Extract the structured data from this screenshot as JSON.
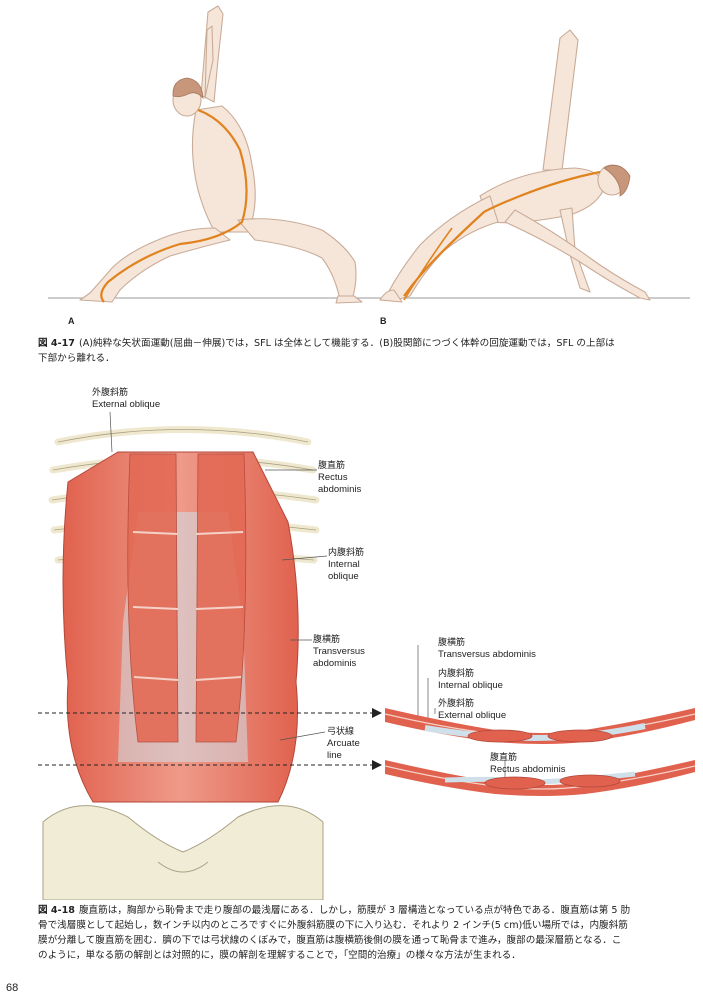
{
  "figure_4_17": {
    "panel_a_label": "A",
    "panel_b_label": "B",
    "caption_number": "図 4-17",
    "caption_line1": "(A)純粋な矢状面運動(屈曲－伸展)では，SFL は全体として機能する．(B)股関節につづく体幹の回旋運動では，SFL の上部は",
    "caption_line2": "下部から離れる．"
  },
  "figure_4_18": {
    "labels": {
      "external_oblique": {
        "ja": "外腹斜筋",
        "en": "External oblique"
      },
      "rectus": {
        "ja": "腹直筋",
        "en1": "Rectus",
        "en2": "abdominis"
      },
      "internal": {
        "ja": "内腹斜筋",
        "en1": "Internal",
        "en2": "oblique"
      },
      "transversus": {
        "ja": "腹横筋",
        "en1": "Transversus",
        "en2": "abdominis"
      },
      "arcuate": {
        "ja": "弓状線",
        "en1": "Arcuate",
        "en2": "line"
      }
    },
    "section_labels": {
      "transversus": {
        "ja": "腹横筋",
        "en": "Transversus abdominis"
      },
      "internal": {
        "ja": "内腹斜筋",
        "en": "Internal oblique"
      },
      "external": {
        "ja": "外腹斜筋",
        "en": "External oblique"
      },
      "rectus": {
        "ja": "腹直筋",
        "en": "Rectus abdominis"
      }
    },
    "caption_number": "図 4-18",
    "caption_line1": "腹直筋は，胸部から恥骨まで走り腹部の最浅層にある．しかし，筋膜が 3 層構造となっている点が特色である．腹直筋は第 5 肋",
    "caption_line2": "骨で浅層膜として起始し，数インチ以内のところですぐに外腹斜筋膜の下に入り込む．それより 2 インチ(5 cm)低い場所では，内腹斜筋",
    "caption_line3": "膜が分離して腹直筋を囲む．臍の下では弓状線のくぼみで，腹直筋は腹横筋後側の膜を通って恥骨まで進み，腹部の最深層筋となる．こ",
    "caption_line4": "のように，単なる筋の解剖とは対照的に，膜の解剖を理解することで，「空間的治療」の様々な方法が生まれる．"
  },
  "page_number": "68",
  "colors": {
    "skin": "#f6e6d9",
    "skin_outline": "#c9ab98",
    "hair": "#c8967a",
    "sfl_line": "#e0831f",
    "muscle": "#e0624e",
    "muscle_light": "#ef9a8a",
    "fascia": "#cfe0ea",
    "bone": "#f1ecd6",
    "bone_outline": "#a9a285"
  }
}
